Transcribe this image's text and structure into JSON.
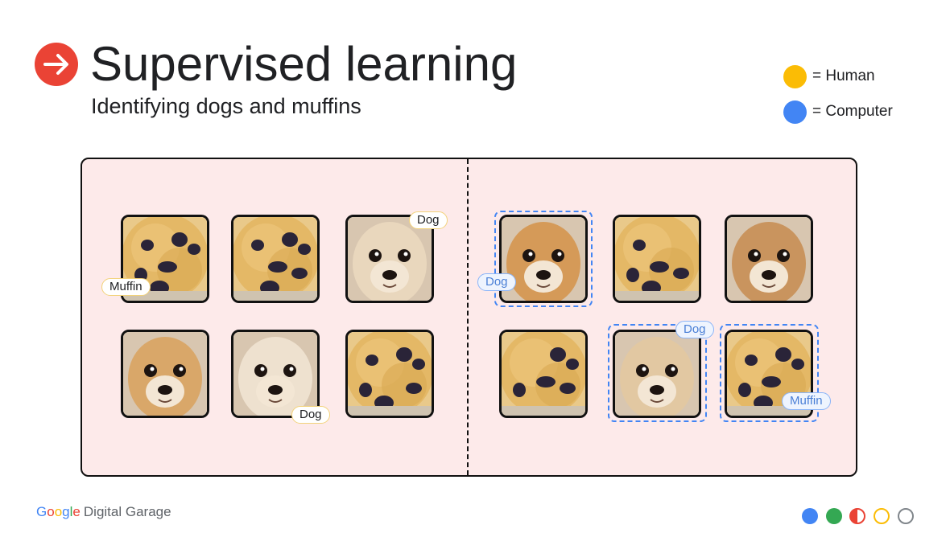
{
  "title": "Supervised learning",
  "subtitle": "Identifying dogs and muffins",
  "legend": [
    {
      "color": "#fbbc05",
      "label": "= Human"
    },
    {
      "color": "#4285f4",
      "label": "= Computer"
    }
  ],
  "tiles": [
    {
      "kind": "muffin"
    },
    {
      "kind": "muffin"
    },
    {
      "kind": "dog"
    },
    {
      "kind": "dog"
    },
    {
      "kind": "dog"
    },
    {
      "kind": "muffin"
    },
    {
      "kind": "dog"
    },
    {
      "kind": "muffin"
    },
    {
      "kind": "dog"
    },
    {
      "kind": "muffin"
    },
    {
      "kind": "dog"
    },
    {
      "kind": "muffin"
    }
  ],
  "labels": {
    "human_muffin": "Muffin",
    "human_dog_1": "Dog",
    "human_dog_2": "Dog",
    "computer_dog_1": "Dog",
    "computer_dog_2": "Dog",
    "computer_muffin": "Muffin"
  },
  "footer": {
    "google": [
      "G",
      "o",
      "o",
      "g",
      "l",
      "e"
    ],
    "product": "Digital Garage"
  },
  "colors": {
    "accent_red": "#ea4335",
    "human": "#fbbc05",
    "computer": "#4285f4",
    "panel_bg": "#fdeaea"
  }
}
